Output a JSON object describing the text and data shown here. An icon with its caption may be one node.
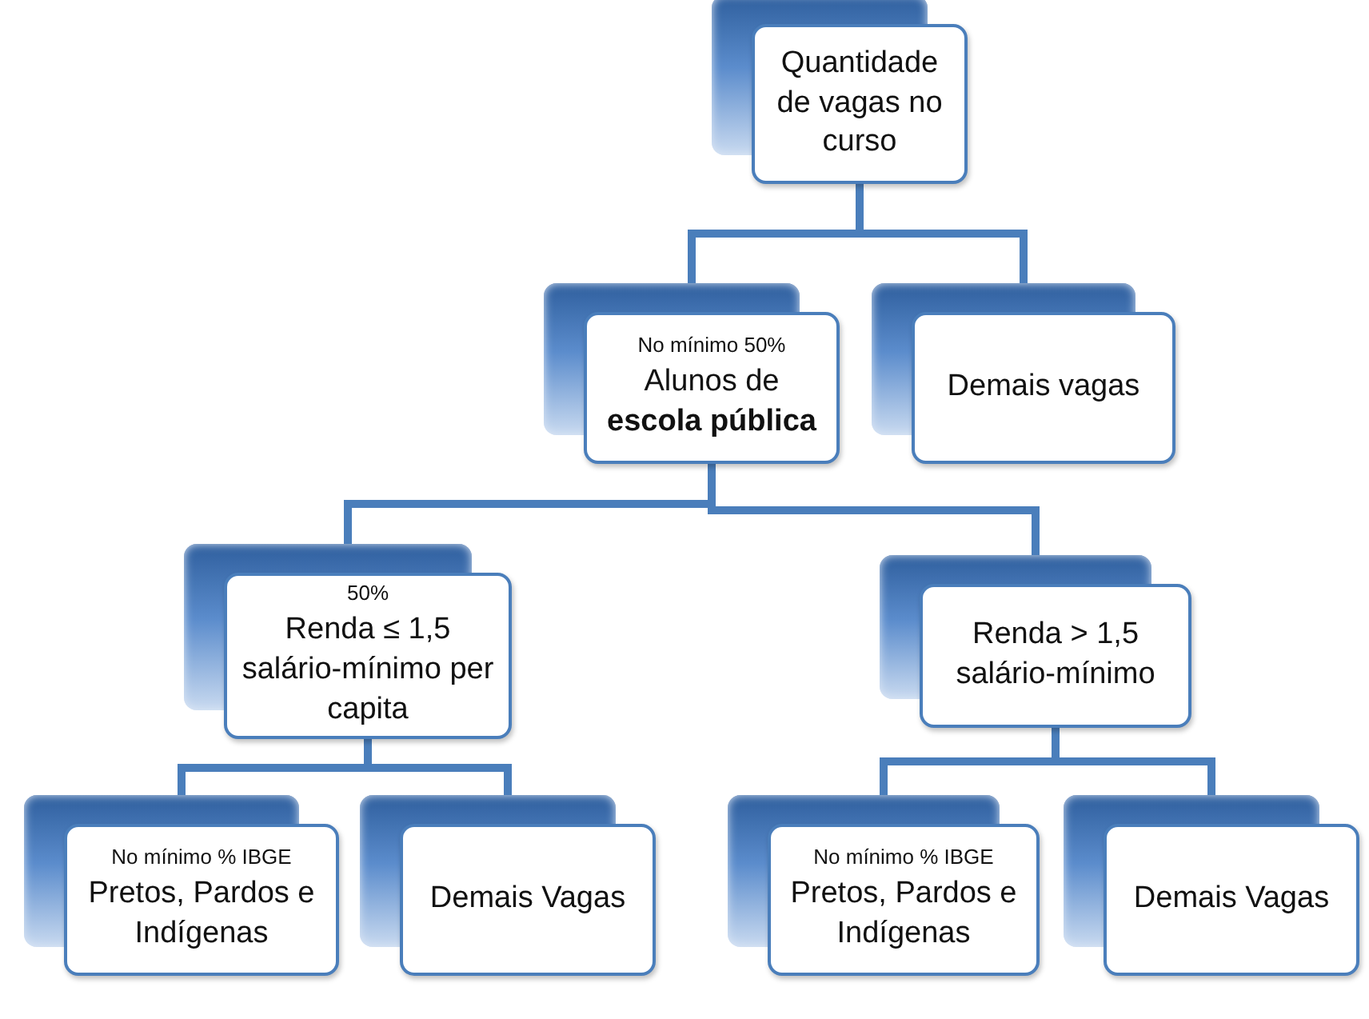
{
  "diagram": {
    "nodes": [
      {
        "text": [
          "Quantidade de vagas no curso"
        ]
      },
      {
        "text": [
          "No mínimo 50%",
          "Alunos de **escola pública**"
        ]
      },
      {
        "text": [
          "Demais vagas"
        ]
      },
      {
        "text": [
          "50%",
          "Renda ≤ 1,5 salário-mínimo per capita"
        ]
      },
      {
        "text": [
          "Renda > 1,5 salário-mínimo"
        ]
      },
      {
        "text": [
          "No mínimo % IBGE",
          "Pretos, Pardos e Indígenas"
        ]
      },
      {
        "text": [
          "Demais Vagas"
        ]
      },
      {
        "text": [
          "No mínimo % IBGE",
          "Pretos, Pardos e Indígenas"
        ]
      },
      {
        "text": [
          "Demais Vagas"
        ]
      }
    ],
    "edges": [
      {
        "from": 0,
        "to": 1,
        "arrow": "none"
      },
      {
        "from": 0,
        "to": 2,
        "arrow": "none"
      },
      {
        "from": 1,
        "to": 3,
        "arrow": "none"
      },
      {
        "from": 1,
        "to": 4,
        "arrow": "none"
      },
      {
        "from": 3,
        "to": 5,
        "arrow": "none"
      },
      {
        "from": 3,
        "to": 6,
        "arrow": "none"
      },
      {
        "from": 4,
        "to": 7,
        "arrow": "none"
      },
      {
        "from": 4,
        "to": 8,
        "arrow": "none"
      }
    ]
  }
}
